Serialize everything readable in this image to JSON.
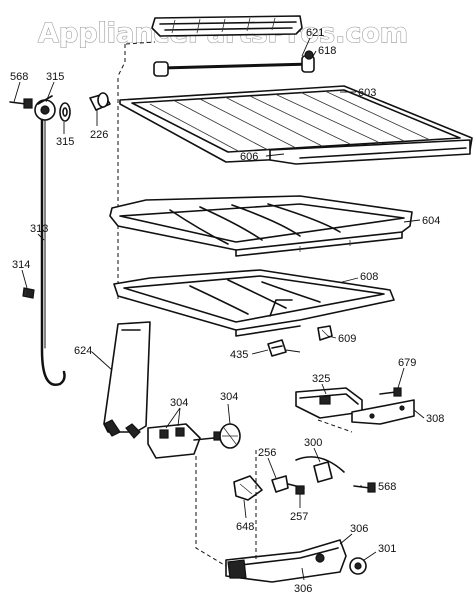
{
  "watermark": "AppliancePartsPros.com",
  "callouts": {
    "c568a": "568",
    "c315a": "315",
    "c315b": "315",
    "c226": "226",
    "c313": "313",
    "c314": "314",
    "c621": "621",
    "c618": "618",
    "c603": "603",
    "c606": "606",
    "c604": "604",
    "c608": "608",
    "c609": "609",
    "c435": "435",
    "c624": "624",
    "c679": "679",
    "c325": "325",
    "c308": "308",
    "c304a": "304",
    "c304b": "304",
    "c300": "300",
    "c256": "256",
    "c568b": "568",
    "c257": "257",
    "c648": "648",
    "c306a": "306",
    "c301": "301",
    "c306b": "306"
  }
}
